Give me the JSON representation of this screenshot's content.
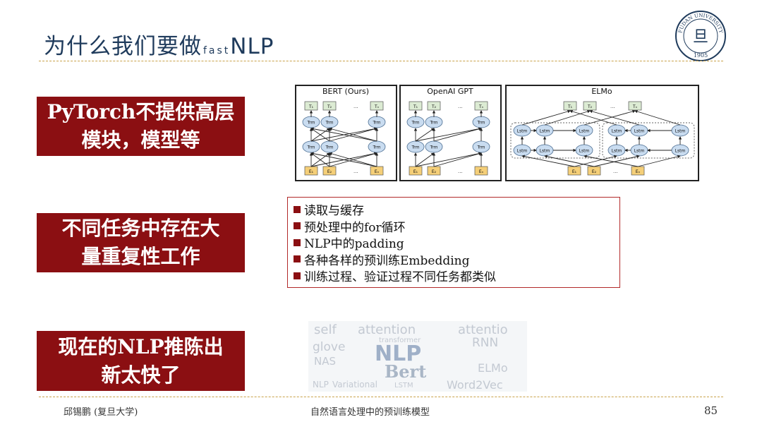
{
  "title": {
    "main": "为什么我们要做",
    "small": "fast",
    "tail": "NLP"
  },
  "logo": {
    "text": "FUDAN UNIVERSITY",
    "glyph": "旦",
    "year": "1905"
  },
  "left_boxes": [
    {
      "line1": "PyTorch不提供高层",
      "line2": "模块，模型等"
    },
    {
      "line1": "不同任务中存在大",
      "line2": "量重复性工作"
    },
    {
      "line1": "现在的NLP推陈出",
      "line2": "新太快了"
    }
  ],
  "diagram": {
    "panels": [
      {
        "title": "BERT (Ours)"
      },
      {
        "title": "OpenAI GPT"
      },
      {
        "title": "ELMo"
      }
    ],
    "trm": "Trm",
    "lstm": "Lstm",
    "t_labels": [
      "T₁",
      "T₂",
      "Tₙ"
    ],
    "e_labels": [
      "E₁",
      "E₂",
      "Eₙ"
    ],
    "ellipsis": "..."
  },
  "bullets": [
    "读取与缓存",
    "预处理中的for循环",
    "NLP中的padding",
    "各种各样的预训练Embedding",
    "训练过程、验证过程不同任务都类似"
  ],
  "wordcloud": {
    "words": [
      "self",
      "attention",
      "attentio",
      "transformer",
      "glove",
      "RNN",
      "NLP",
      "NAS",
      "Bert",
      "ELMo",
      "NLP",
      "Variational",
      "LSTM",
      "Word2Vec"
    ]
  },
  "footer": {
    "author": "邱锡鹏 (复旦大学)",
    "center": "自然语言处理中的预训练模型",
    "page": "85"
  },
  "colors": {
    "accent_red": "#8b0f12",
    "title_blue": "#1f3b5c",
    "rule_gold": "#c9a24a"
  }
}
